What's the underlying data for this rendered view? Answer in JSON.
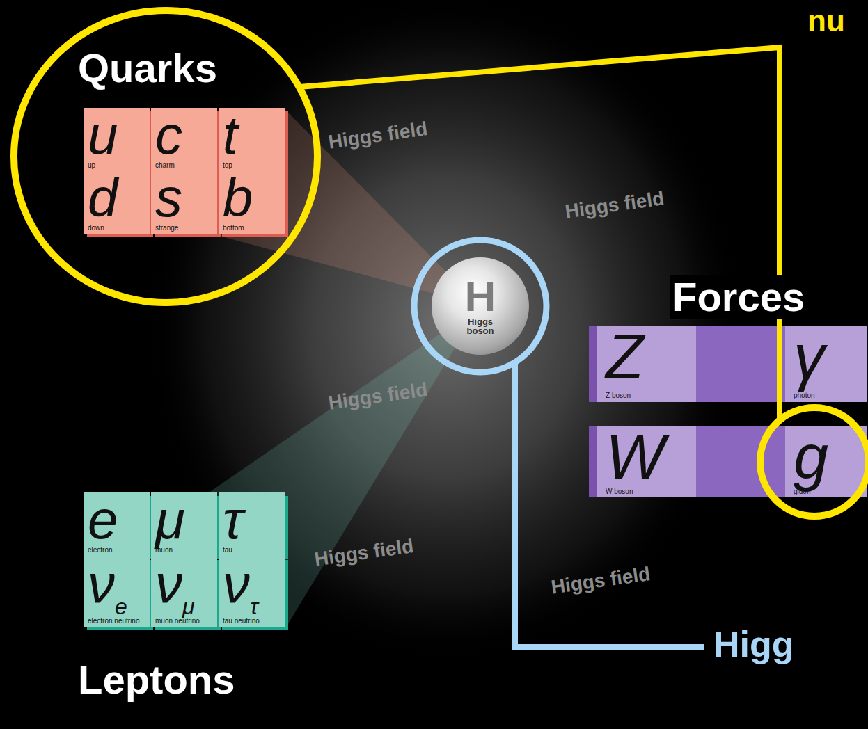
{
  "diagram": {
    "nodes": [
      {
        "text": [
          "u",
          "up"
        ]
      },
      {
        "text": [
          "c",
          "charm"
        ]
      },
      {
        "text": [
          "t",
          "top"
        ]
      },
      {
        "text": [
          "d",
          "down"
        ]
      },
      {
        "text": [
          "s",
          "strange"
        ]
      },
      {
        "text": [
          "b",
          "bottom"
        ]
      },
      {
        "text": [
          "H",
          "Higgs boson"
        ]
      },
      {
        "text": [
          "Z",
          "Z boson"
        ]
      },
      {
        "text": [
          "γ",
          "photon"
        ]
      },
      {
        "text": [
          "W",
          "W boson"
        ]
      },
      {
        "text": [
          "g",
          "gluon"
        ]
      },
      {
        "text": [
          "e",
          "electron"
        ]
      },
      {
        "text": [
          "μ",
          "muon"
        ]
      },
      {
        "text": [
          "τ",
          "tau"
        ]
      },
      {
        "text": [
          "ν",
          "e",
          "electron neutrino"
        ]
      },
      {
        "text": [
          "ν",
          "μ",
          "muon neutrino"
        ]
      },
      {
        "text": [
          "ν",
          "τ",
          "tau neutrino"
        ]
      }
    ],
    "labels": [
      "nu",
      "Quarks",
      "Higgs field",
      "Higgs field",
      "Forces",
      "Higgs field",
      "Higgs field",
      "Higgs field",
      "Higg",
      "Leptons"
    ]
  }
}
